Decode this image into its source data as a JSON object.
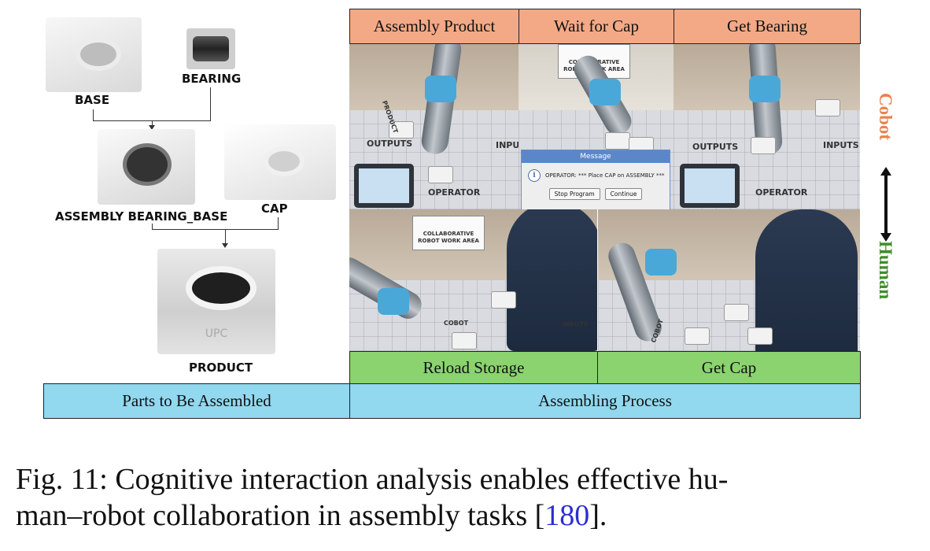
{
  "parts": {
    "base": "BASE",
    "bearing": "BEARING",
    "assembly": "ASSEMBLY BEARING_BASE",
    "cap": "CAP",
    "product": "PRODUCT",
    "product_stamp": "UPC"
  },
  "top_bar": [
    "Assembly Product",
    "Wait for Cap",
    "Get Bearing"
  ],
  "bottom_bar": [
    "Reload Storage",
    "Get Cap"
  ],
  "footer": {
    "left": "Parts to Be Assembled",
    "right": "Assembling Process"
  },
  "side_labels": {
    "cobot": "Cobot",
    "human": "Human",
    "cobot_color": "#e8834e",
    "human_color": "#3f8f2a"
  },
  "scene_text": {
    "product": "PRODUCT",
    "outputs": "OUTPUTS",
    "inputs": "INPUTS",
    "operator": "OPERATOR",
    "cobot": "COBOT",
    "sign": "COLLABORATIVE ROBOT WORK AREA"
  },
  "dialog": {
    "title": "Message",
    "text": "OPERATOR: *** Place CAP on ASSEMBLY ***",
    "stop": "Stop Program",
    "continue": "Continue"
  },
  "caption": {
    "prefix": "Fig. 11: Cognitive interaction analysis enables effective hu-\nman–robot collaboration in assembly tasks [",
    "cite": "180",
    "suffix": "]."
  }
}
